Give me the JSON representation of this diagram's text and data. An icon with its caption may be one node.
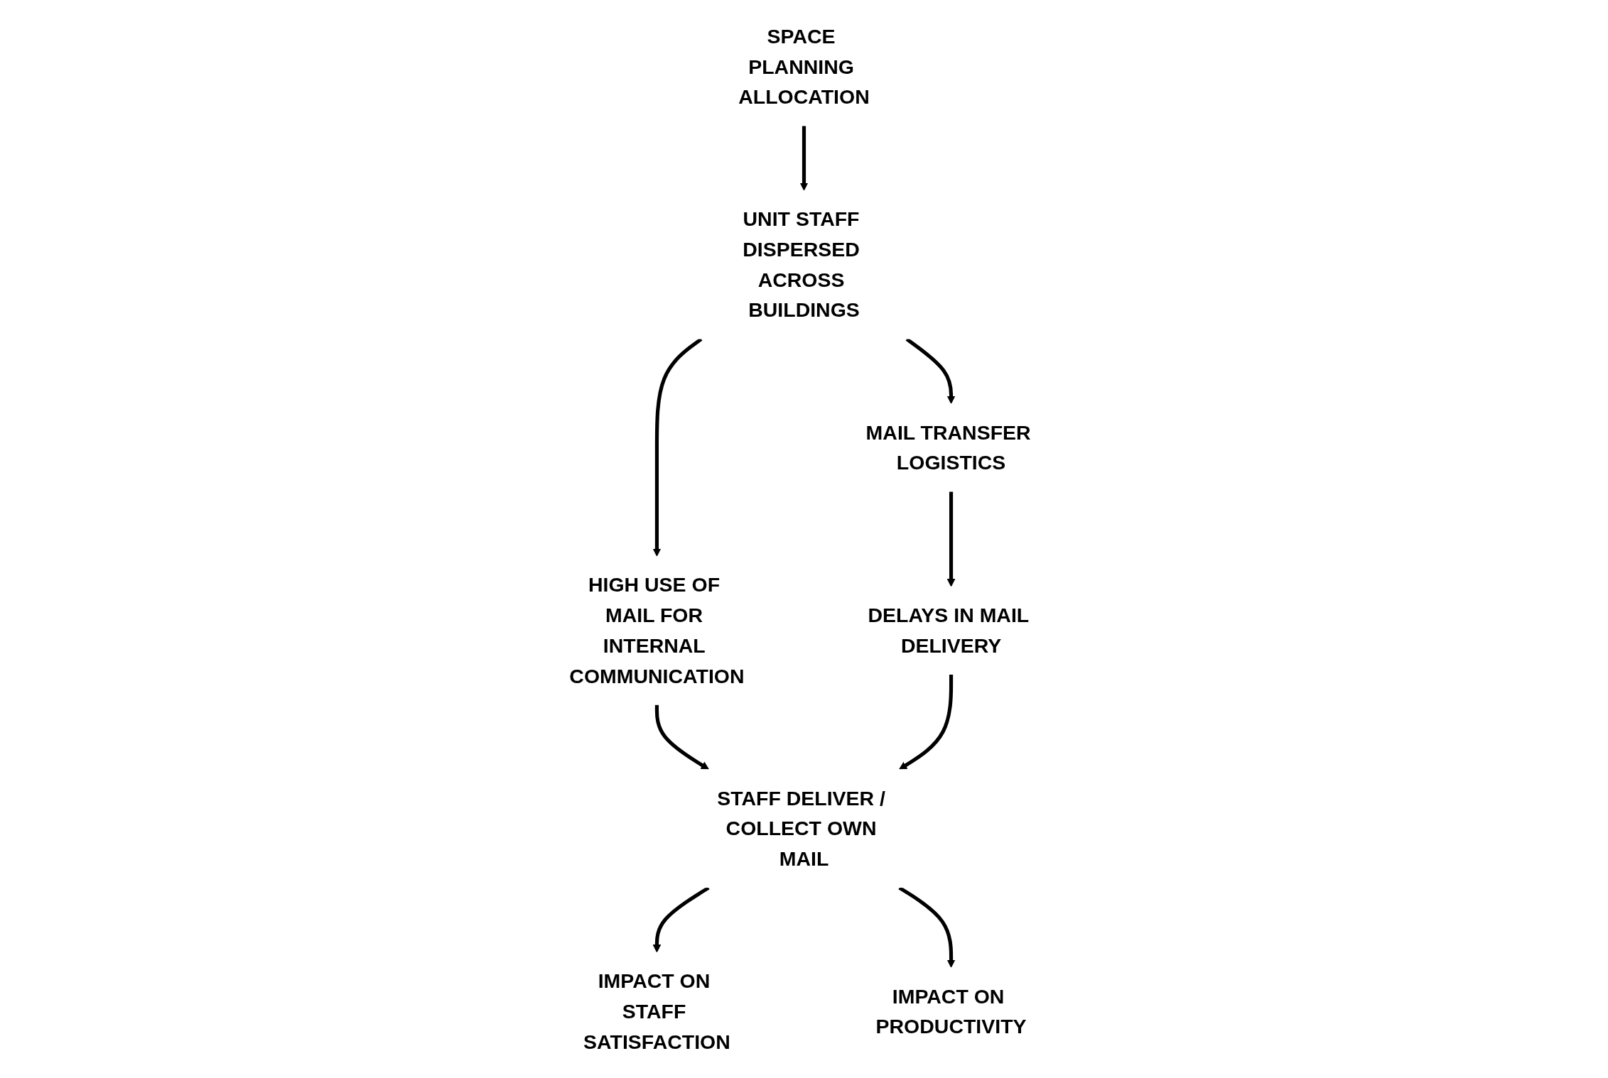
{
  "diagram": {
    "nodes": [
      {
        "text": [
          "SPACE PLANNING ALLOCATION"
        ]
      },
      {
        "text": [
          "UNIT STAFF DISPERSED ACROSS BUILDINGS"
        ]
      },
      {
        "text": [
          "MAIL TRANSFER LOGISTICS"
        ]
      },
      {
        "text": [
          "HIGH USE OF MAIL FOR INTERNAL COMMUNICATION"
        ]
      },
      {
        "text": [
          "DELAYS IN MAIL DELIVERY"
        ]
      },
      {
        "text": [
          "STAFF DELIVER / COLLECT OWN MAIL"
        ]
      },
      {
        "text": [
          "IMPACT ON STAFF SATISFACTION"
        ]
      },
      {
        "text": [
          "IMPACT ON PRODUCTIVITY"
        ]
      }
    ],
    "edges": [
      {
        "from": 0,
        "to": 1,
        "arrow": "to"
      },
      {
        "from": 1,
        "to": 2,
        "arrow": "to"
      },
      {
        "from": 1,
        "to": 3,
        "arrow": "to"
      },
      {
        "from": 2,
        "to": 4,
        "arrow": "to"
      },
      {
        "from": 3,
        "to": 5,
        "arrow": "to"
      },
      {
        "from": 4,
        "to": 5,
        "arrow": "to"
      },
      {
        "from": 5,
        "to": 6,
        "arrow": "to"
      },
      {
        "from": 5,
        "to": 7,
        "arrow": "to"
      }
    ]
  }
}
